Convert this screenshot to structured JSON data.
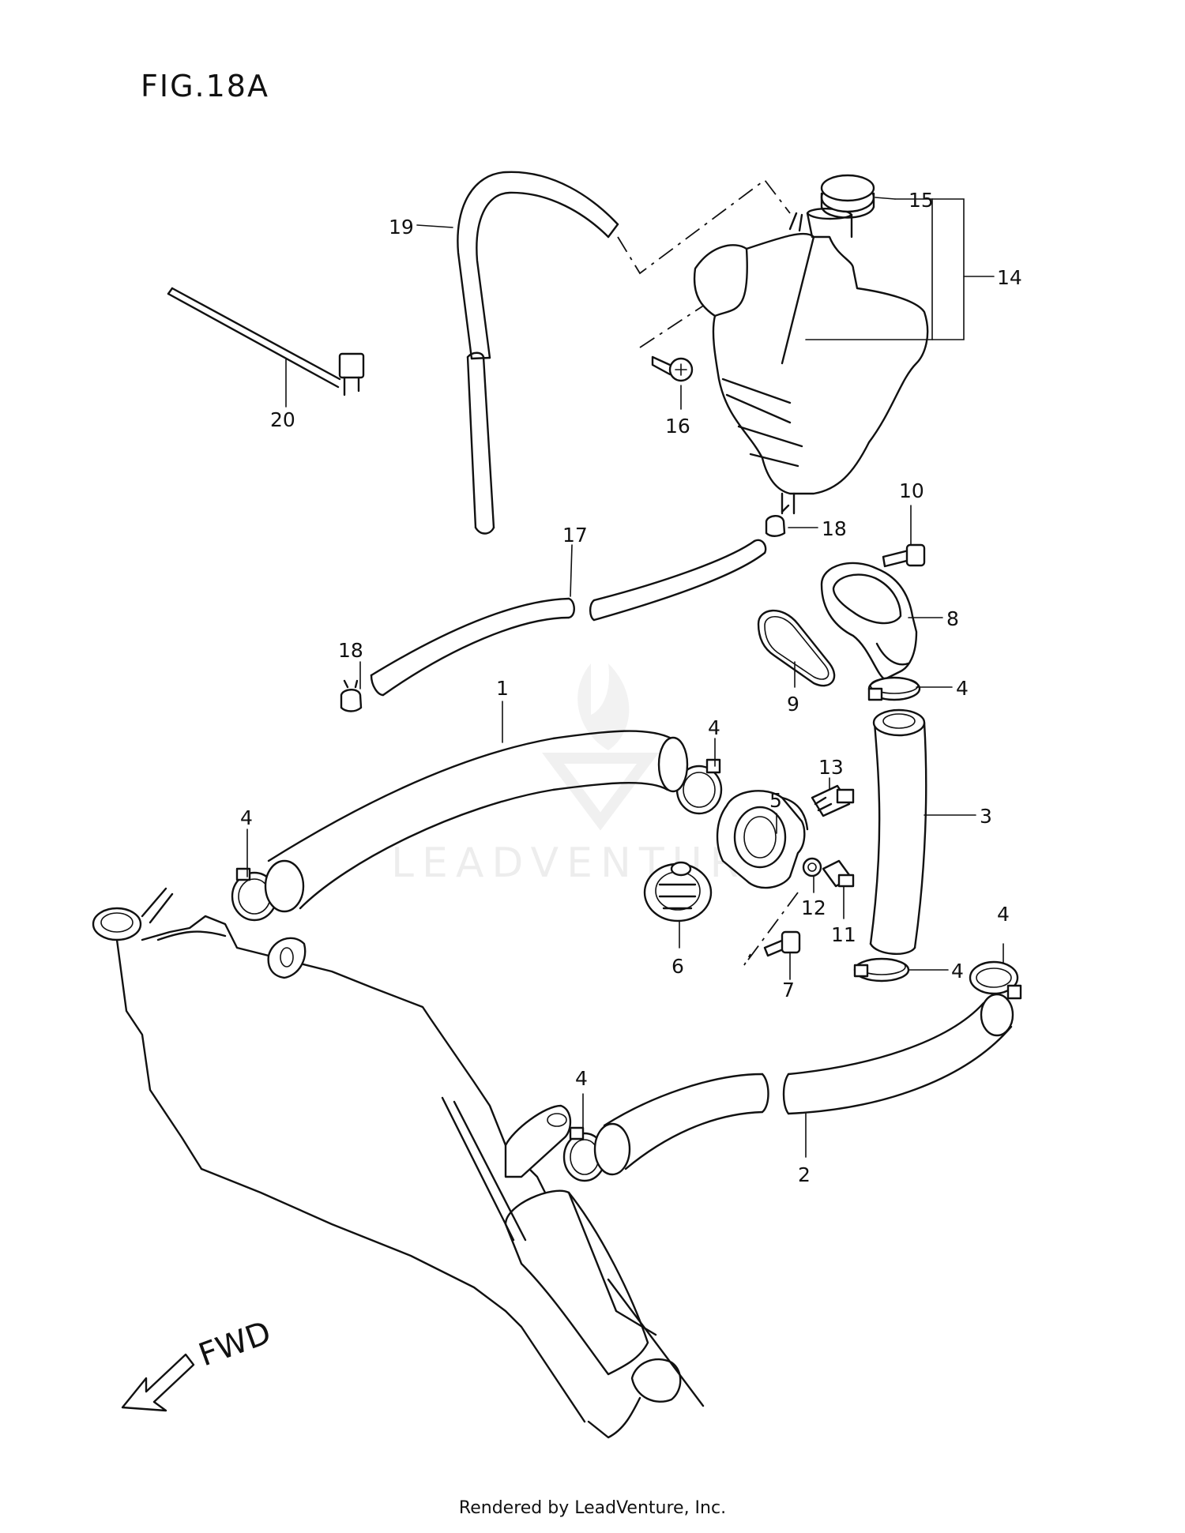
{
  "figure": {
    "title": "FIG.18A",
    "fwd_label": "FWD",
    "watermark": "LEADVENTURE",
    "footer": "Rendered by LeadVenture, Inc."
  },
  "callouts": {
    "c1": "1",
    "c2": "2",
    "c3": "3",
    "c4a": "4",
    "c4b": "4",
    "c4c": "4",
    "c4d": "4",
    "c4e": "4",
    "c4f": "4",
    "c5": "5",
    "c6": "6",
    "c7": "7",
    "c8": "8",
    "c9": "9",
    "c10": "10",
    "c11": "11",
    "c12": "12",
    "c13": "13",
    "c14": "14",
    "c15": "15",
    "c16": "16",
    "c17": "17",
    "c18a": "18",
    "c18b": "18",
    "c19": "19",
    "c20": "20"
  }
}
